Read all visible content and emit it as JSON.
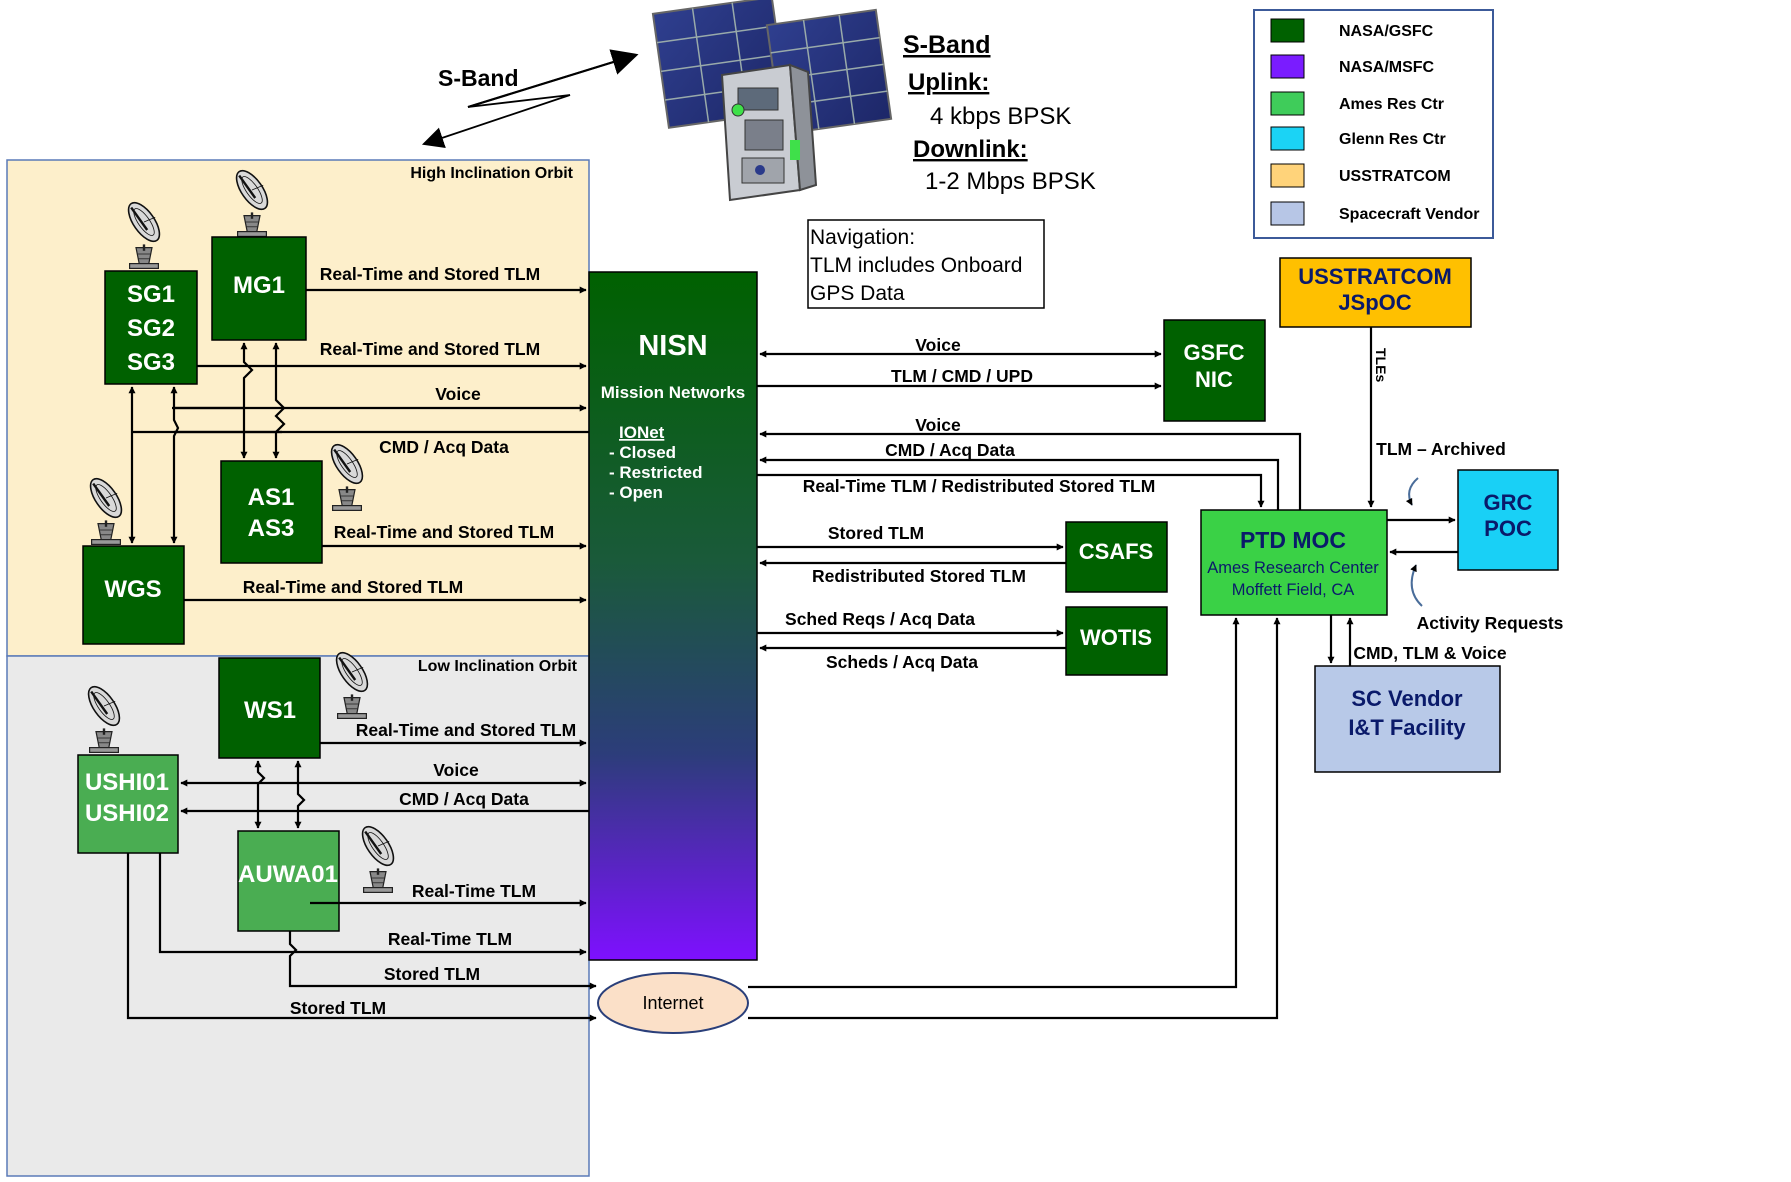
{
  "regions": {
    "high": "High Inclination Orbit",
    "low": "Low Inclination Orbit"
  },
  "rf": {
    "s_band": "S-Band",
    "title": "S-Band",
    "uplink_label": "Uplink:",
    "uplink_rate": "4 kbps BPSK",
    "downlink_label": "Downlink:",
    "downlink_rate": "1-2 Mbps BPSK"
  },
  "navigation_note": [
    "Navigation:",
    "TLM includes Onboard",
    "GPS Data"
  ],
  "stations": {
    "sg": [
      "SG1",
      "SG2",
      "SG3"
    ],
    "mg1": "MG1",
    "as": [
      "AS1",
      "AS3"
    ],
    "wgs": "WGS",
    "ws1": "WS1",
    "ushi": [
      "USHI01",
      "USHI02"
    ],
    "auwa": "AUWA01"
  },
  "nisn": {
    "title": "NISN",
    "subtitle": "Mission Networks",
    "ionet": "IONet",
    "items": [
      "- Closed",
      "- Restricted",
      "- Open"
    ]
  },
  "nodes": {
    "gsfc_nic": [
      "GSFC",
      "NIC"
    ],
    "csafs": "CSAFS",
    "wotis": "WOTIS",
    "usstratcom": [
      "USSTRATCOM",
      "JSpOC"
    ],
    "ptd_moc_title": "PTD MOC",
    "ptd_moc_sub": [
      "Ames Research Center",
      "Moffett Field, CA"
    ],
    "grc_poc": [
      "GRC",
      "POC"
    ],
    "sc_vendor": [
      "SC Vendor",
      "I&T Facility"
    ],
    "internet": "Internet"
  },
  "links": {
    "mg1_tlm": "Real-Time and Stored TLM",
    "sg_tlm": "Real-Time and Stored TLM",
    "voice_high": "Voice",
    "cmd_acq_high": "CMD / Acq Data",
    "as_tlm": "Real-Time and Stored TLM",
    "wgs_tlm": "Real-Time and Stored TLM",
    "ws1_tlm": "Real-Time and Stored TLM",
    "voice_low": "Voice",
    "cmd_acq_low": "CMD / Acq Data",
    "auwa_rt": "Real-Time TLM",
    "ushi_rt": "Real-Time TLM",
    "stored_auwa": "Stored TLM",
    "stored_ushi": "Stored TLM",
    "nic_voice": "Voice",
    "nic_tlm": "TLM / CMD / UPD",
    "moc_voice": "Voice",
    "moc_cmd": "CMD / Acq Data",
    "moc_rt": "Real-Time TLM / Redistributed Stored TLM",
    "csafs_stored": "Stored TLM",
    "csafs_redis": "Redistributed Stored TLM",
    "wotis_sched": "Sched Reqs /  Acq Data",
    "wotis_scheds": "Scheds / Acq Data",
    "tles": "TLEs",
    "tlm_archived": "TLM – Archived",
    "activity": "Activity Requests",
    "cmd_tlm_voice": "CMD, TLM  & Voice"
  },
  "legend": [
    {
      "label": "NASA/GSFC",
      "color": "#006100"
    },
    {
      "label": "NASA/MSFC",
      "color": "#7a1cff"
    },
    {
      "label": "Ames Res Ctr",
      "color": "#3fcc5a"
    },
    {
      "label": "Glenn Res Ctr",
      "color": "#1bd3f5"
    },
    {
      "label": "USSTRATCOM",
      "color": "#ffd37a"
    },
    {
      "label": "Spacecraft Vendor",
      "color": "#b7c6e6"
    }
  ],
  "colors": {
    "gsfc_green": "#006100",
    "ames_green": "#4aad52",
    "moc_green": "#3ad146",
    "high_bg": "#fdefcb",
    "low_bg": "#eaeaea",
    "usstratcom": "#ffc000",
    "grc": "#19d0f6",
    "vendor": "#b8c9e8",
    "internet": "#fbe0c8"
  }
}
